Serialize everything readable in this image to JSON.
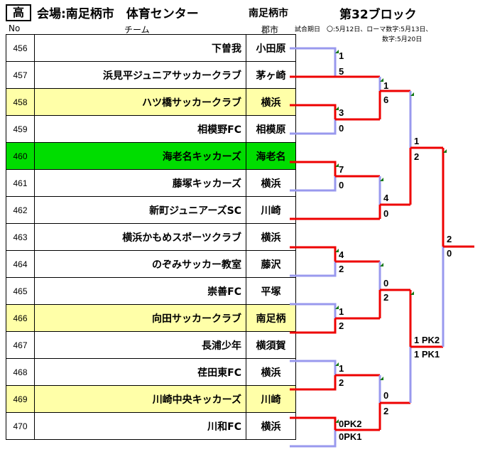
{
  "header": {
    "category": "高",
    "venue": "会場:南足柄市　体育センター",
    "city": "南足柄市",
    "block": "第32ブロック",
    "note_line1": "試合期日　〇:5月12日、ローマ数字:5月13日、",
    "note_line2": "数字:5月20日"
  },
  "columns": {
    "no": "No",
    "team": "チーム",
    "city": "郡市"
  },
  "rows": [
    {
      "no": "456",
      "team": "下曽我",
      "city": "小田原",
      "highlight": ""
    },
    {
      "no": "457",
      "team": "浜見平ジュニアサッカークラブ",
      "city": "茅ヶ崎",
      "highlight": ""
    },
    {
      "no": "458",
      "team": "ハツ橋サッカークラブ",
      "city": "横浜",
      "highlight": "yellow"
    },
    {
      "no": "459",
      "team": "相模野FC",
      "city": "相模原",
      "highlight": ""
    },
    {
      "no": "460",
      "team": "海老名キッカーズ",
      "city": "海老名",
      "highlight": "green"
    },
    {
      "no": "461",
      "team": "藤塚キッカーズ",
      "city": "横浜",
      "highlight": ""
    },
    {
      "no": "462",
      "team": "新町ジュニアーズSC",
      "city": "川崎",
      "highlight": ""
    },
    {
      "no": "463",
      "team": "横浜かもめスポーツクラブ",
      "city": "横浜",
      "highlight": ""
    },
    {
      "no": "464",
      "team": "のぞみサッカー教室",
      "city": "藤沢",
      "highlight": ""
    },
    {
      "no": "465",
      "team": "崇善FC",
      "city": "平塚",
      "highlight": ""
    },
    {
      "no": "466",
      "team": "向田サッカークラブ",
      "city": "南足柄",
      "highlight": "yellow"
    },
    {
      "no": "467",
      "team": "長浦少年",
      "city": "横須賀",
      "highlight": ""
    },
    {
      "no": "468",
      "team": "荏田東FC",
      "city": "横浜",
      "highlight": ""
    },
    {
      "no": "469",
      "team": "川崎中央キッカーズ",
      "city": "川崎",
      "highlight": "yellow"
    },
    {
      "no": "470",
      "team": "川和FC",
      "city": "横浜",
      "highlight": ""
    }
  ],
  "scores": [
    {
      "id": "r1a_top",
      "text": "1"
    },
    {
      "id": "r1a_bot",
      "text": "5"
    },
    {
      "id": "r1b_top",
      "text": "3"
    },
    {
      "id": "r1b_bot",
      "text": "0"
    },
    {
      "id": "r1c_top",
      "text": "7"
    },
    {
      "id": "r1c_bot",
      "text": "0"
    },
    {
      "id": "r1d_top",
      "text": "4"
    },
    {
      "id": "r1d_bot",
      "text": "2"
    },
    {
      "id": "r1e_top",
      "text": "1"
    },
    {
      "id": "r1e_bot",
      "text": "2"
    },
    {
      "id": "r1f_top",
      "text": "1"
    },
    {
      "id": "r1f_bot",
      "text": "2"
    },
    {
      "id": "r1g_top",
      "text": "0PK2"
    },
    {
      "id": "r1g_bot",
      "text": "0PK1"
    },
    {
      "id": "r2a_top",
      "text": "1"
    },
    {
      "id": "r2a_bot",
      "text": "6"
    },
    {
      "id": "r2b_top",
      "text": "4"
    },
    {
      "id": "r2b_bot",
      "text": "0"
    },
    {
      "id": "r2c_top",
      "text": "0"
    },
    {
      "id": "r2c_bot",
      "text": "2"
    },
    {
      "id": "r2d_top",
      "text": "0"
    },
    {
      "id": "r2d_bot",
      "text": "2"
    },
    {
      "id": "r3a_top",
      "text": "1"
    },
    {
      "id": "r3a_bot",
      "text": "2"
    },
    {
      "id": "r3b_top",
      "text": "1 PK2"
    },
    {
      "id": "r3b_bot",
      "text": "1 PK1"
    },
    {
      "id": "r4_top",
      "text": "2"
    },
    {
      "id": "r4_bot",
      "text": "0"
    }
  ],
  "colors": {
    "winner_line": "#ee0000",
    "loser_line": "#9999ee",
    "yellow_row": "#ffffa8",
    "green_row": "#00dd00"
  }
}
